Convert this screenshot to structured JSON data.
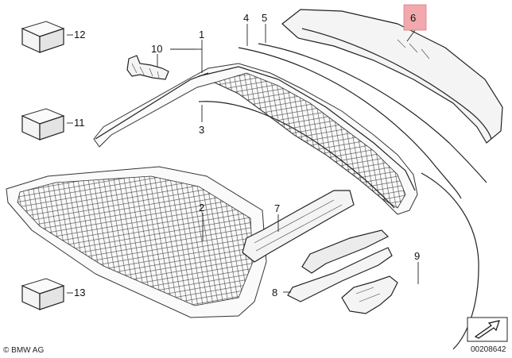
{
  "callouts": {
    "c1": "1",
    "c2": "2",
    "c3": "3",
    "c4": "4",
    "c5": "5",
    "c6": "6",
    "c7": "7",
    "c8": "8",
    "c9": "9",
    "c10": "10",
    "c11": "11",
    "c12": "12",
    "c13": "13"
  },
  "highlight_color": "#f1a9ad",
  "footer": {
    "copyright": "© BMW AG",
    "diagram_number": "00208642"
  }
}
